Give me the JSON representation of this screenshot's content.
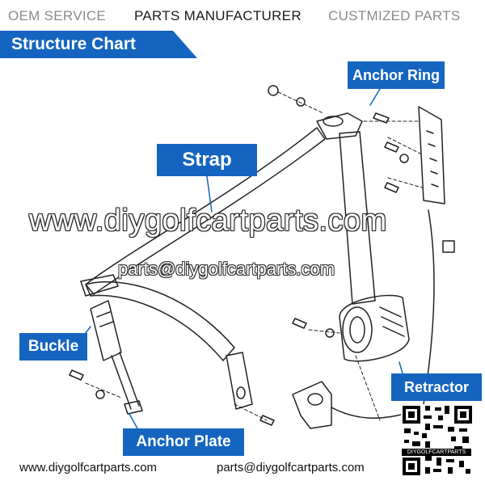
{
  "header": {
    "oem": "OEM SERVICE",
    "manufacturer": "PARTS MANUFACTURER",
    "customized": "CUSTMIZED PARTS"
  },
  "title": "Structure Chart",
  "callouts": {
    "anchor_ring": "Anchor Ring",
    "strap": "Strap",
    "buckle": "Buckle",
    "retractor": "Retractor",
    "anchor_plate": "Anchor Plate"
  },
  "watermark": {
    "site": "www.diygolfcartparts.com",
    "email": "parts@diygolfcartparts.com"
  },
  "footer": {
    "website": "www.diygolfcartparts.com",
    "email": "parts@diygolfcartparts.com"
  },
  "qr_label": "DIYGOLFCARTPARTS",
  "colors": {
    "accent": "#1565c0",
    "line": "#222222"
  }
}
